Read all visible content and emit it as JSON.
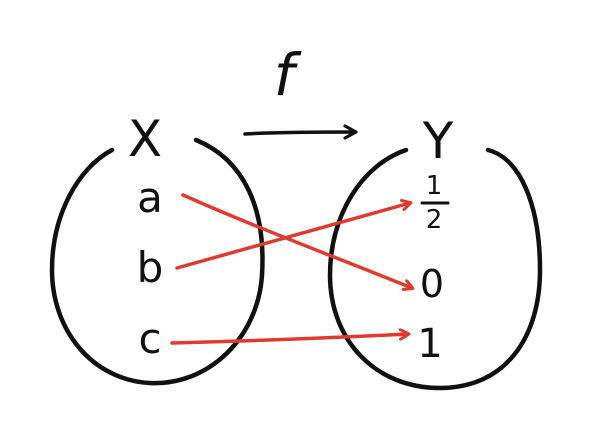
{
  "function_label": "f",
  "domain_set": {
    "name": "X",
    "elements": [
      "a",
      "b",
      "c"
    ]
  },
  "codomain_set": {
    "name": "Y",
    "elements": [
      {
        "numerator": "1",
        "denominator": "2"
      },
      {
        "value": "0"
      },
      {
        "value": "1"
      }
    ]
  },
  "mapping": [
    {
      "from": "a",
      "to": "0"
    },
    {
      "from": "b",
      "to": "1/2"
    },
    {
      "from": "c",
      "to": "1"
    }
  ],
  "colors": {
    "ink": "#111111",
    "arrow": "#e03a2e",
    "background": "#ffffff"
  }
}
